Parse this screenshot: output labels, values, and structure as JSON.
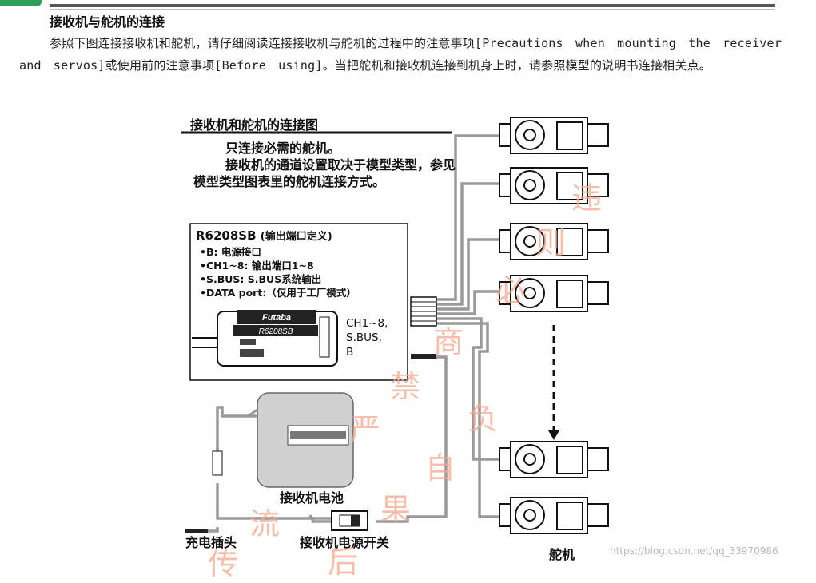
{
  "header": {
    "tab_label": "",
    "heading": "接收机与舵机的连接"
  },
  "paragraph": "参照下图连接接收机和舵机，请仔细阅读连接接收机与舵机的过程中的注意事项[Precautions when mounting the receiver and servos]或使用前的注意事项[Before using]。当把舵机和接收机连接到机身上时，请参照模型的说明书连接相关点。",
  "figure": {
    "title": "接收机和舵机的连接图",
    "note_line1": "只连接必需的舵机。",
    "note_line2": "接收机的通道设置取决于模型类型，参见模型类型图表里的舵机连接方式。",
    "receiver_box": {
      "model": "R6208SB",
      "model_sub": "(输出端口定义)",
      "defs": [
        "•B: 电源接口",
        "•CH1~8: 输出端口1~8",
        "•S.BUS: S.BUS系统输出",
        "•DATA port:（仅用于工厂模式）"
      ],
      "brand": "Futaba",
      "device_model": "R6208SB",
      "channel_label_1": "CH1~8,",
      "channel_label_2": "S.BUS,",
      "channel_label_3": "B"
    },
    "battery_label": "接收机电池",
    "plug_label": "充电插头",
    "switch_label": "接收机电源开关",
    "servo_label": "舵机",
    "watermark_chars": [
      "违",
      "则",
      "必",
      "商",
      "禁",
      "负",
      "严",
      "自",
      "流",
      "果",
      "传",
      "后"
    ]
  },
  "credit": "https://blog.csdn.net/qq_33970986",
  "colors": {
    "accent_green": "#2fa05c",
    "wire_gray": "#999999",
    "watermark": "#f3a98f"
  }
}
